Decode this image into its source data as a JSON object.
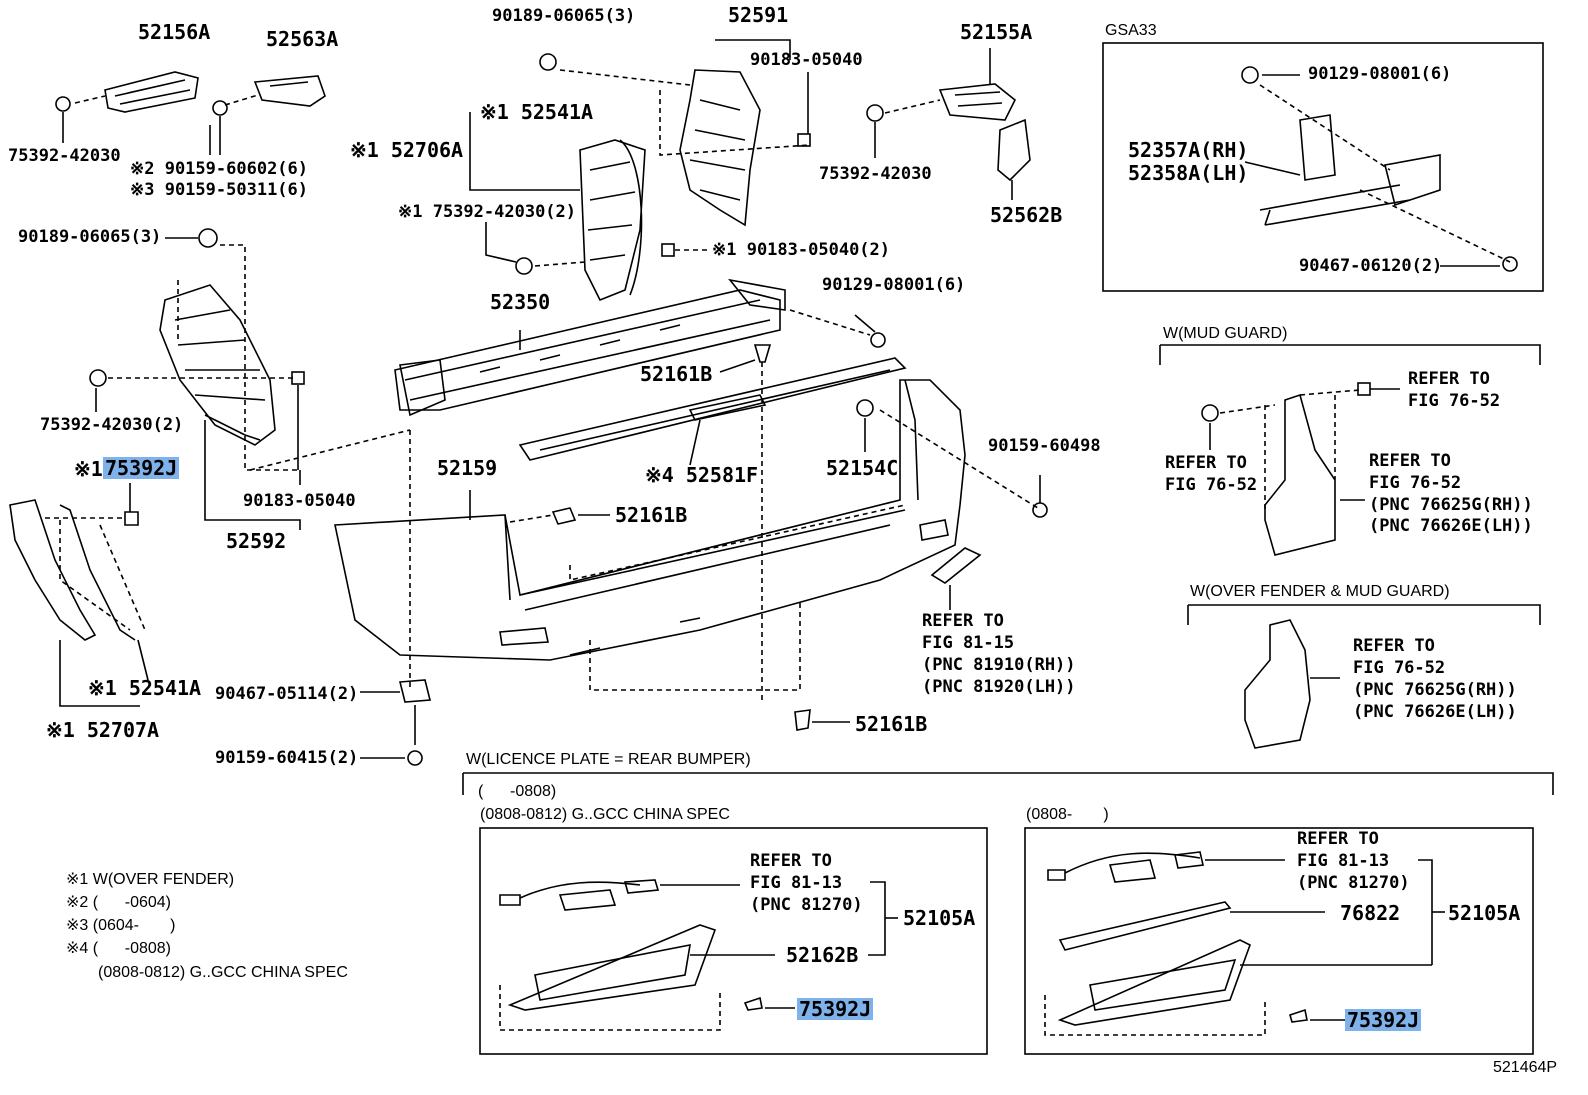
{
  "labels": {
    "p_52156A": "52156A",
    "p_52563A": "52563A",
    "p_90189_06065_3_top": "90189-06065(3)",
    "p_52591": "52591",
    "p_90183_05040_top": "90183-05040",
    "p_52155A": "52155A",
    "p_gsa33": "GSA33",
    "p_90129_08001_6_box": "90129-08001(6)",
    "p_52357A": "52357A(RH)",
    "p_52358A": "52358A(LH)",
    "p_90467_06120": "90467-06120(2)",
    "p_75392_42030_l": "75392-42030",
    "p_ast2_90159": "※2 90159-60602(6)",
    "p_ast3_90159": "※3 90159-50311(6)",
    "p_ast1_52541A_top": "※1 52541A",
    "p_ast1_52706A": "※1 52706A",
    "p_ast1_75392_42030_2": "※1 75392-42030(2)",
    "p_ast1_90183_05040_2": "※1 90183-05040(2)",
    "p_75392_42030_r": "75392-42030",
    "p_52562B": "52562B",
    "p_90189_06065_3_left": "90189-06065(3)",
    "p_52350": "52350",
    "p_90129_08001_6": "90129-08001(6)",
    "p_52161B_a": "52161B",
    "p_75392_42030_2_left": "75392-42030(2)",
    "p_ast1_75392J": "※1",
    "p_75392J_hl1": "75392J",
    "p_52159": "52159",
    "p_ast4_52581F": "※4 52581F",
    "p_52154C": "52154C",
    "p_90159_60498": "90159-60498",
    "p_90183_05040_b": "90183-05040",
    "p_52592": "52592",
    "p_52161B_b": "52161B",
    "p_ast1_52541A_bot": "※1 52541A",
    "p_ast1_52707A": "※1 52707A",
    "p_90467_05114": "90467-05114(2)",
    "p_52161B_c": "52161B",
    "p_90159_60415": "90159-60415(2)",
    "p_ref_81_15_a": "REFER TO",
    "p_ref_81_15_b": "FIG 81-15",
    "p_ref_81_15_c": "(PNC 81910(RH))",
    "p_ref_81_15_d": "(PNC 81920(LH))",
    "p_mudguard_hdr": "W(MUD GUARD)",
    "p_refer_to_mg1": "REFER TO",
    "p_fig_76_52_mg1": "FIG 76-52",
    "p_refer_to_mg2": "REFER TO",
    "p_fig_76_52_mg2": "FIG 76-52",
    "p_refer_to_mg3": "REFER TO",
    "p_fig_76_52_mg3": "FIG 76-52",
    "p_pnc_76625G_1": "(PNC 76625G(RH))",
    "p_pnc_76626E_1": "(PNC 76626E(LH))",
    "p_overfender_hdr": "W(OVER FENDER & MUD GUARD)",
    "p_refer_to_of": "REFER TO",
    "p_fig_76_52_of": "FIG 76-52",
    "p_pnc_76625G_2": "(PNC 76625G(RH))",
    "p_pnc_76626E_2": "(PNC 76626E(LH))",
    "p_licence_hdr": "W(LICENCE PLATE = REAR BUMPER)",
    "p_range_0808": "(      -0808)",
    "p_range_china": "(0808-0812) G..GCC CHINA SPEC",
    "p_range_0808_on": "(0808-       )",
    "p_ref_81_13_a1": "REFER TO",
    "p_ref_81_13_b1": "FIG 81-13",
    "p_ref_81_13_c1": "(PNC 81270)",
    "p_52105A_1": "52105A",
    "p_52162B": "52162B",
    "p_75392J_hl2": "75392J",
    "p_ref_81_13_a2": "REFER TO",
    "p_ref_81_13_b2": "FIG 81-13",
    "p_ref_81_13_c2": "(PNC 81270)",
    "p_76822": "76822",
    "p_52105A_2": "52105A",
    "p_75392J_hl3": "75392J",
    "p_note1": "※1 W(OVER FENDER)",
    "p_note2": "※2 (      -0604)",
    "p_note3": "※3 (0604-       )",
    "p_note4": "※4 (      -0808)",
    "p_note5": "(0808-0812) G..GCC CHINA SPEC",
    "p_figno": "521464P"
  },
  "colors": {
    "line": "#000000",
    "highlight": "#7fb2ea",
    "background": "#ffffff"
  }
}
